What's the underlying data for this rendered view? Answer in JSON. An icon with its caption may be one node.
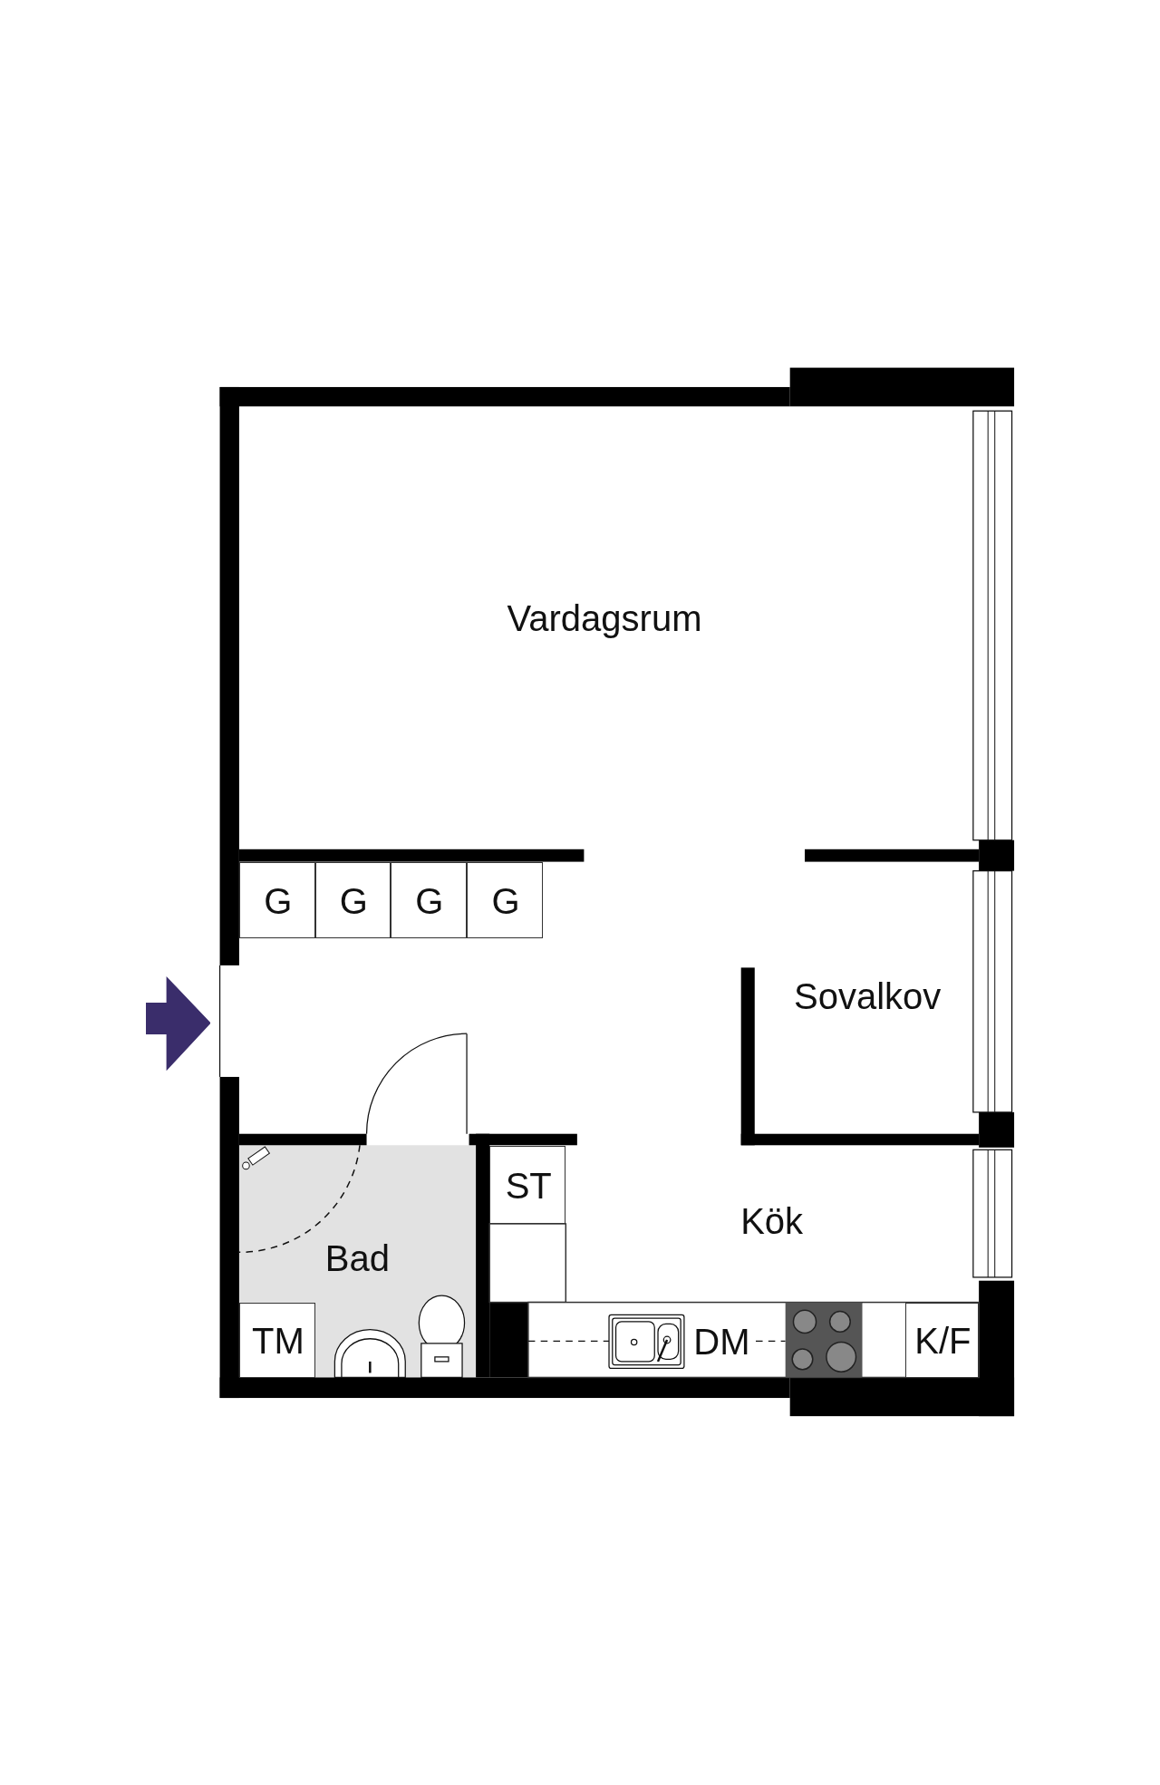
{
  "diagram": {
    "nodes": [
      {
        "text": [
          "Vardagsrum"
        ]
      },
      {
        "text": [
          "G"
        ]
      },
      {
        "text": [
          "G"
        ]
      },
      {
        "text": [
          "G"
        ]
      },
      {
        "text": [
          "G"
        ]
      },
      {
        "text": [
          "Sovalkov"
        ]
      },
      {
        "text": [
          "Bad"
        ]
      },
      {
        "text": [
          "TM"
        ],
        "in": 6
      },
      {
        "text": [
          "Kök"
        ]
      },
      {
        "text": [
          "ST"
        ],
        "in": 8
      },
      {
        "text": [
          "K/F"
        ],
        "in": 8
      }
    ],
    "edges": [],
    "labels": [
      "DM"
    ]
  }
}
